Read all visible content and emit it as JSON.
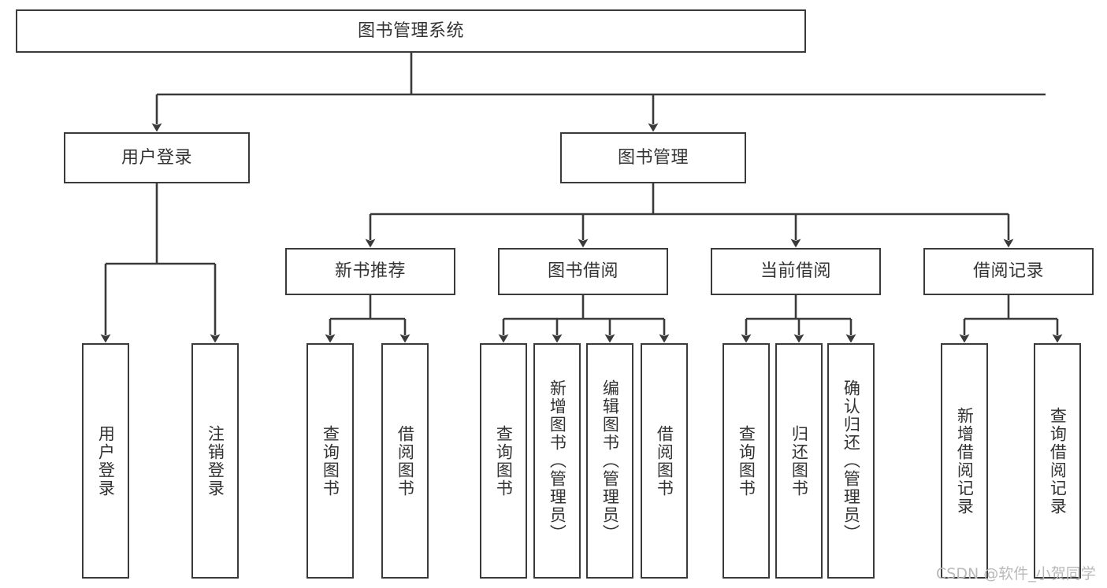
{
  "diagram": {
    "title": "图书管理系统",
    "type": "tree-hierarchy-diagram",
    "colors": {
      "border": "#3a3a3a",
      "text": "#333333",
      "background": "#ffffff",
      "watermark": "#b9b9b9"
    },
    "levels": {
      "root": {
        "label": "图书管理系统"
      },
      "level2": [
        {
          "label": "用户登录"
        },
        {
          "label": "图书管理"
        }
      ],
      "level3": [
        {
          "label": "新书推荐"
        },
        {
          "label": "图书借阅"
        },
        {
          "label": "当前借阅"
        },
        {
          "label": "借阅记录"
        }
      ],
      "leaves": [
        {
          "label": "用户登录"
        },
        {
          "label": "注销登录"
        },
        {
          "label": "查询图书"
        },
        {
          "label": "借阅图书"
        },
        {
          "label": "查询图书"
        },
        {
          "label": "新增图书（管理员）"
        },
        {
          "label": "编辑图书（管理员）"
        },
        {
          "label": "借阅图书"
        },
        {
          "label": "查询图书"
        },
        {
          "label": "归还图书"
        },
        {
          "label": "确认归还（管理员）"
        },
        {
          "label": "新增借阅记录"
        },
        {
          "label": "查询借阅记录"
        }
      ]
    }
  },
  "watermark": {
    "text": "CSDN @软件_小贺同学"
  }
}
